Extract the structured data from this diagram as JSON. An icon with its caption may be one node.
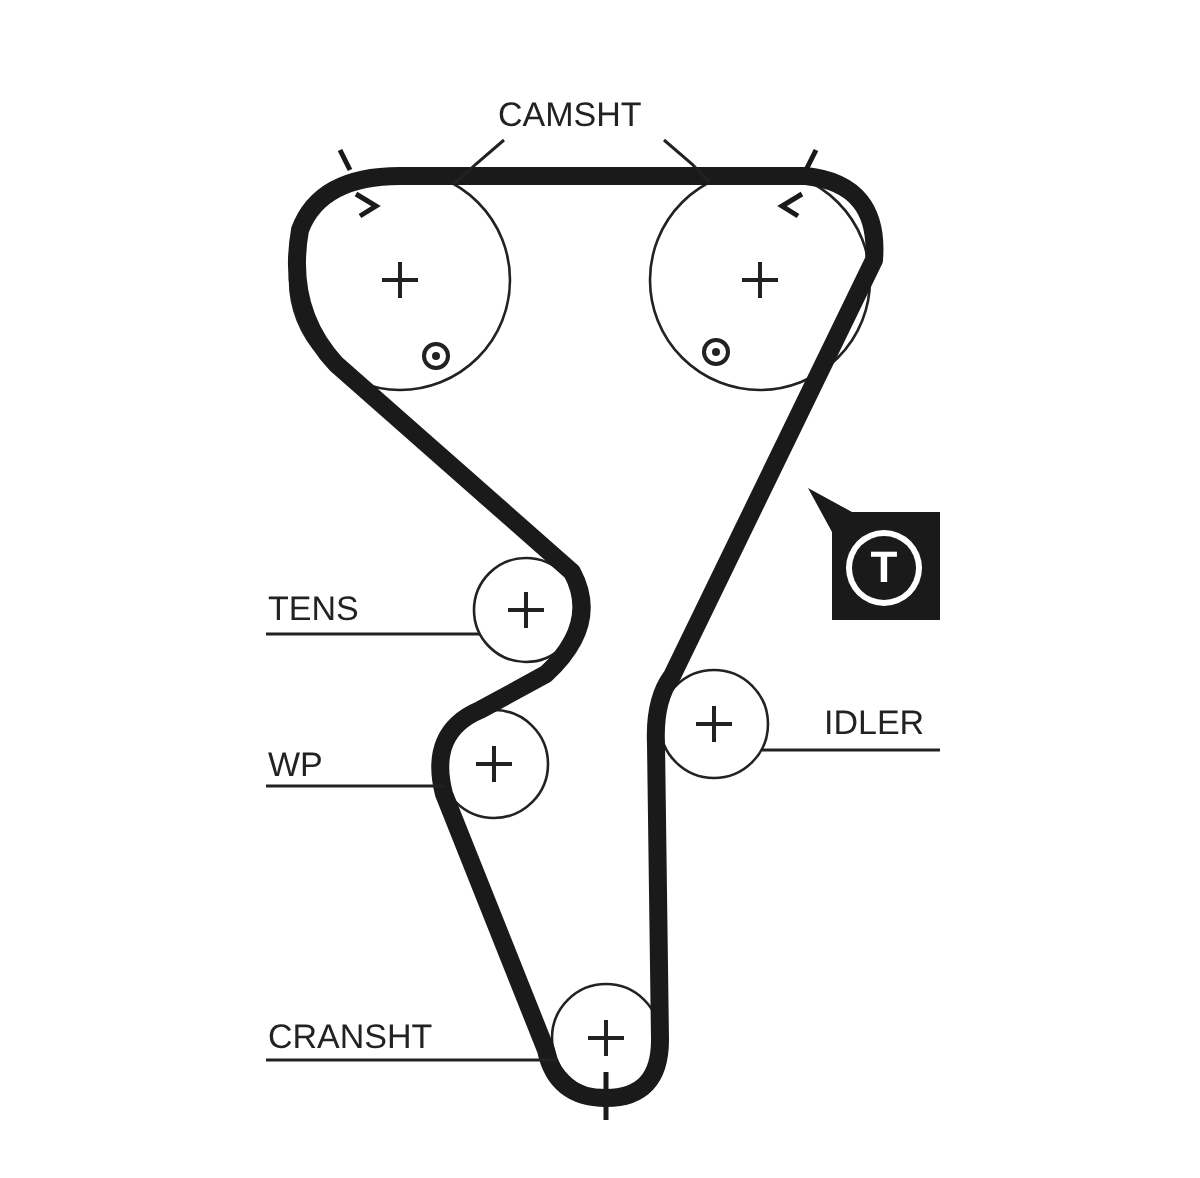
{
  "diagram": {
    "nodes": [
      {
        "text": [
          "CAMSHT"
        ]
      },
      {
        "text": [],
        "shape": "circle"
      },
      {
        "text": [],
        "shape": "circle"
      },
      {
        "text": [
          "TENS"
        ]
      },
      {
        "text": [],
        "shape": "circle"
      },
      {
        "text": [
          "WP"
        ]
      },
      {
        "text": [],
        "shape": "circle"
      },
      {
        "text": [
          "IDLER"
        ]
      },
      {
        "text": [],
        "shape": "circle"
      },
      {
        "text": [
          "CRANSHT"
        ]
      },
      {
        "text": [],
        "shape": "circle"
      },
      {
        "text": [
          "T"
        ]
      }
    ],
    "edges": [
      {
        "from": 0,
        "to": 1,
        "arrow": "none"
      },
      {
        "from": 0,
        "to": 2,
        "arrow": "none"
      },
      {
        "from": 3,
        "to": 4,
        "arrow": "none"
      },
      {
        "from": 5,
        "to": 6,
        "arrow": "none"
      },
      {
        "from": 7,
        "to": 8,
        "arrow": "none"
      },
      {
        "from": 9,
        "to": 10,
        "arrow": "none"
      }
    ]
  }
}
